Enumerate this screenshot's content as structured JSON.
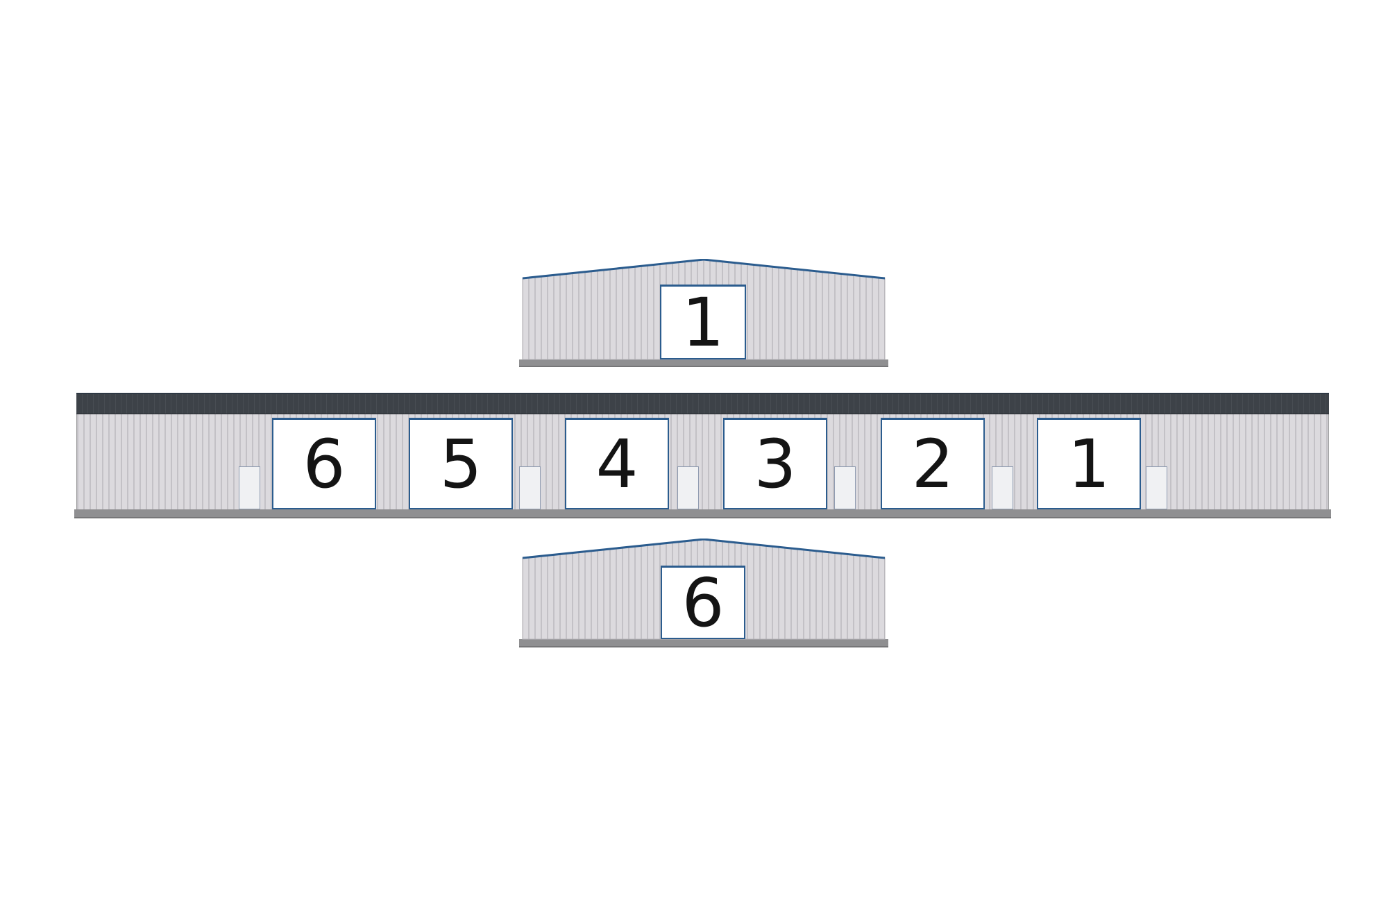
{
  "diagram": {
    "type": "storage-building-elevations",
    "end_elevation_top": {
      "unit_label": "1"
    },
    "front_elevation": {
      "units": [
        {
          "label": "6"
        },
        {
          "label": "5"
        },
        {
          "label": "4"
        },
        {
          "label": "3"
        },
        {
          "label": "2"
        },
        {
          "label": "1"
        }
      ],
      "man_door_count": 6
    },
    "end_elevation_bottom": {
      "unit_label": "6"
    },
    "colors": {
      "siding": "#dcdade",
      "siding_stripe": "#c3c1c6",
      "roof_band": "#3d4248",
      "outline_blue": "#2b5c8e",
      "door_fill": "#ffffff",
      "foundation": "#8f8f91",
      "number_color": "#141414"
    }
  }
}
